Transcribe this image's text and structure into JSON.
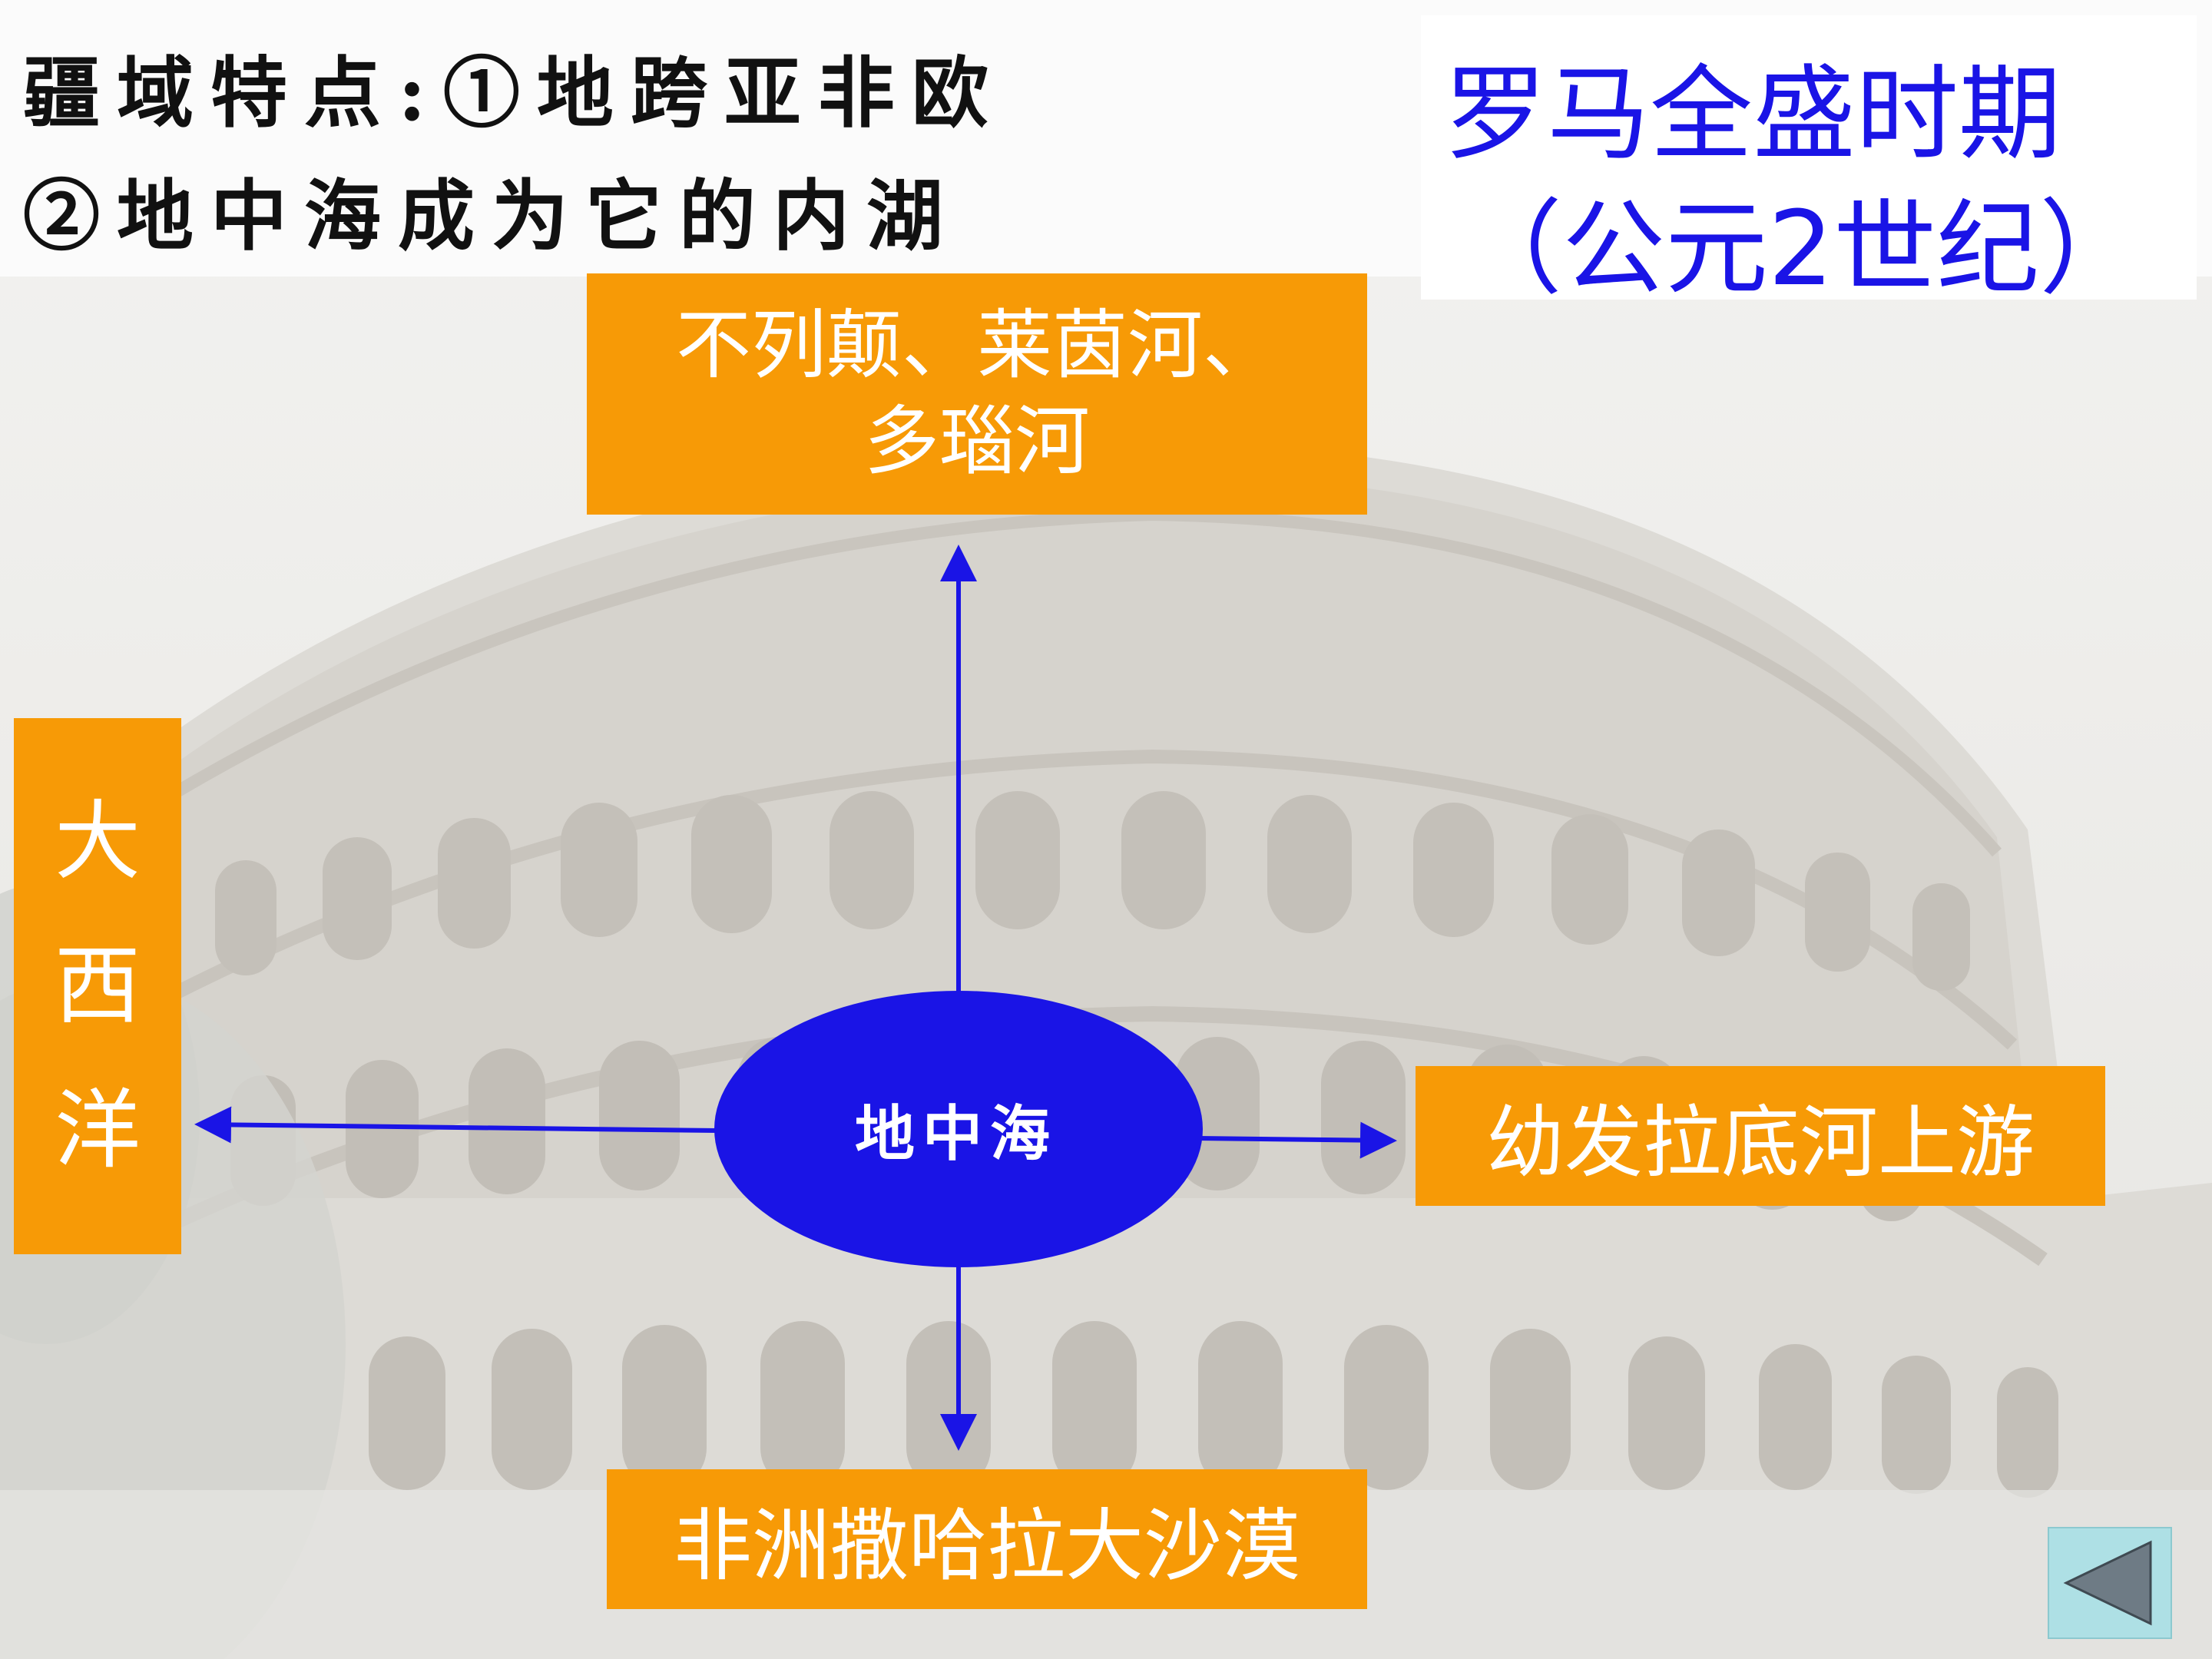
{
  "features": {
    "line1": "疆域特点:①地跨亚非欧",
    "line2": "②地中海成为它的内湖"
  },
  "title": {
    "line1": "罗马全盛时期",
    "line2": "（公元2世纪）"
  },
  "center": {
    "label": "地中海"
  },
  "boundaries": {
    "north": {
      "line1": "不列颠、莱茵河、",
      "line2": "多瑙河"
    },
    "west": {
      "chars": [
        "大",
        "西",
        "洋"
      ]
    },
    "east": {
      "label": "幼发拉底河上游"
    },
    "south": {
      "label": "非洲撒哈拉大沙漠"
    }
  },
  "navigation": {
    "back_icon": "triangle-left-icon"
  },
  "colors": {
    "box_fill": "#f79a06",
    "arrow": "#1a14e6",
    "ellipse": "#1a14e6",
    "title_text": "#1a14e6",
    "back_button": "#aee0e5"
  }
}
